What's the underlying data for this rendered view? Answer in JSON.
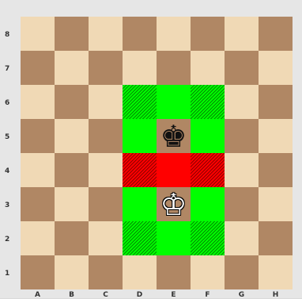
{
  "board": {
    "files": [
      "A",
      "B",
      "C",
      "D",
      "E",
      "F",
      "G",
      "H"
    ],
    "ranks": [
      "8",
      "7",
      "6",
      "5",
      "4",
      "3",
      "2",
      "1"
    ],
    "colors": {
      "light": "#f0d9b5",
      "dark": "#b08764",
      "safe": "#00ff00",
      "attacked": "#ff0000"
    },
    "highlights": {
      "green": [
        "D6",
        "E6",
        "F6",
        "D5",
        "F5",
        "D3",
        "F3",
        "D2",
        "E2",
        "F2"
      ],
      "red": [
        "D4",
        "E4",
        "F4"
      ],
      "hatched": [
        "D6",
        "F6",
        "D4",
        "F4",
        "D2",
        "F2"
      ]
    },
    "pieces": [
      {
        "square": "E5",
        "glyph": "♚",
        "color": "black",
        "name": "black-king"
      },
      {
        "square": "E3",
        "glyph": "♔",
        "color": "white",
        "name": "white-king"
      }
    ]
  }
}
